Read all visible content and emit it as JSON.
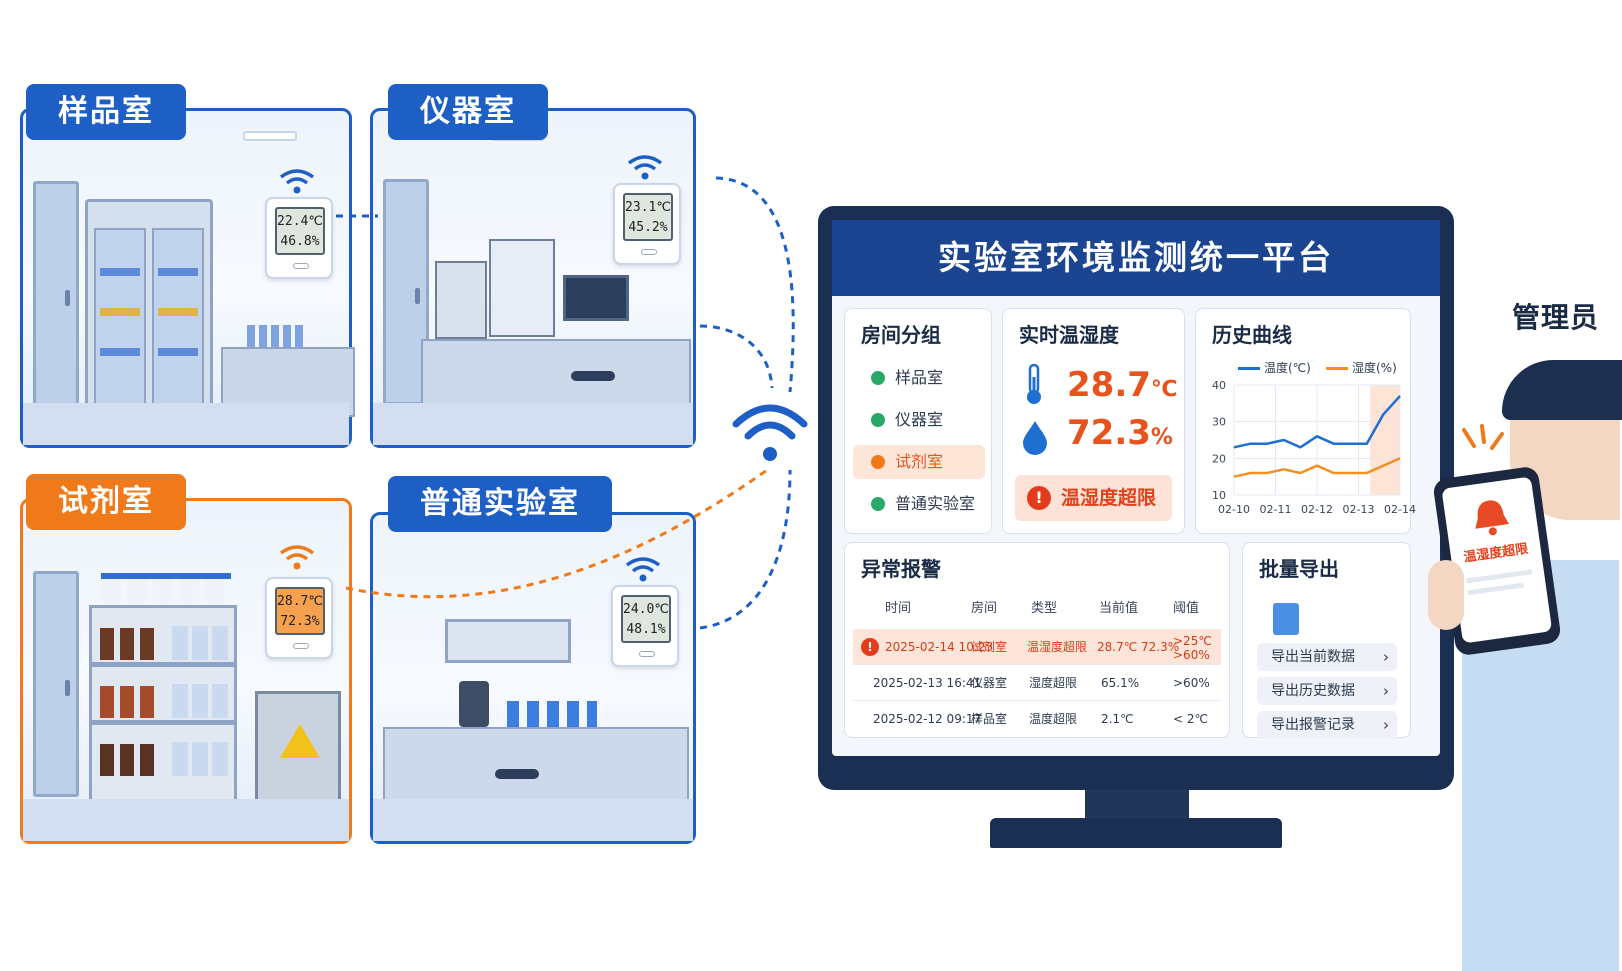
{
  "rooms": [
    {
      "name": "样品室",
      "sensor_temp": "22.4℃",
      "sensor_hum": "46.8%"
    },
    {
      "name": "仪器室",
      "sensor_temp": "23.1℃",
      "sensor_hum": "45.2%"
    },
    {
      "name": "试剂室",
      "sensor_temp": "28.7℃",
      "sensor_hum": "72.3%"
    },
    {
      "name": "普通实验室",
      "sensor_temp": "24.0℃",
      "sensor_hum": "48.1%"
    }
  ],
  "platform": {
    "title": "实验室环境监测统一平台",
    "room_group": {
      "title": "房间分组",
      "items": [
        "样品室",
        "仪器室",
        "试剂室",
        "普通实验室"
      ],
      "active": "试剂室"
    },
    "realtime": {
      "title": "实时温湿度",
      "temperature": "28.7",
      "temperature_unit": "℃",
      "humidity": "72.3",
      "humidity_unit": "%",
      "warning": "温湿度超限"
    },
    "history": {
      "title": "历史曲线",
      "legend_temp": "温度(℃)",
      "legend_hum": "湿度(%)"
    },
    "alarms": {
      "title": "异常报警",
      "columns": [
        "时间",
        "房间",
        "类型",
        "当前值",
        "阈值"
      ],
      "rows": [
        {
          "time": "2025-02-14 10:23",
          "room": "试剂室",
          "type": "温湿度超限",
          "value": "28.7℃ 72.3%",
          "threshold_1": ">25℃",
          "threshold_2": ">60%"
        },
        {
          "time": "2025-02-13 16:41",
          "room": "仪器室",
          "type": "湿度超限",
          "value": "65.1%",
          "threshold_1": ">60%",
          "threshold_2": ""
        },
        {
          "time": "2025-02-12 09:17",
          "room": "样品室",
          "type": "温度超限",
          "value": "2.1℃",
          "threshold_1": "< 2℃",
          "threshold_2": ""
        }
      ]
    },
    "export": {
      "title": "批量导出",
      "buttons": [
        "导出当前数据",
        "导出历史数据",
        "导出报警记录"
      ]
    }
  },
  "admin": {
    "label": "管理员",
    "phone_alert": "温湿度超限"
  },
  "chart_data": {
    "type": "line",
    "title": "历史曲线",
    "categories": [
      "02-10",
      "02-11",
      "02-12",
      "02-13",
      "02-14"
    ],
    "ylim": [
      10,
      40
    ],
    "yticks": [
      10,
      20,
      30,
      40
    ],
    "x_positions": [
      0,
      0.25,
      0.5,
      0.75,
      0.875,
      1.0
    ],
    "series": [
      {
        "name": "温度(℃)",
        "color": "#1f6fd1",
        "values": [
          23,
          24,
          24,
          25,
          23,
          26,
          24,
          24,
          24,
          32,
          37
        ]
      },
      {
        "name": "湿度(%)",
        "color": "#f29022",
        "values": [
          15,
          16,
          16,
          17,
          16,
          18,
          16,
          16,
          16,
          18,
          20
        ]
      }
    ],
    "highlight": "02-13 to 02-14",
    "grid": true,
    "legend": "top"
  },
  "colors": {
    "primary": "#1d5fc4",
    "alert": "#f07a1a",
    "header": "#1b4591",
    "danger": "#e23c1c"
  }
}
